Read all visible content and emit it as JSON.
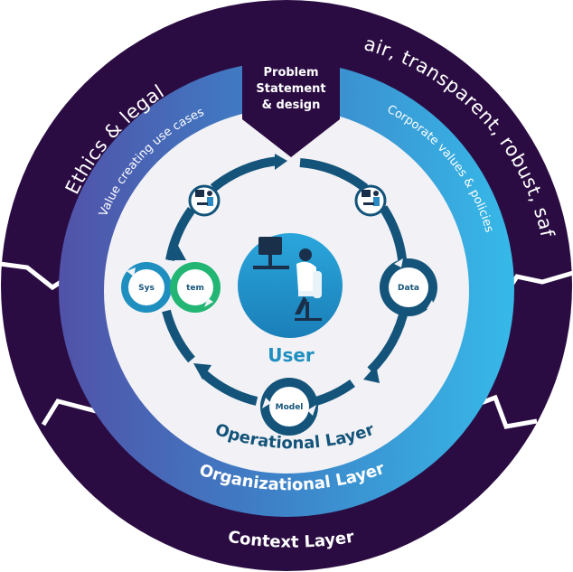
{
  "diagram": {
    "problem_statement": [
      "Problem",
      "Statement",
      "& design"
    ],
    "context_layer": {
      "label": "Context Layer",
      "left_arc": "Ethics & legal",
      "right_arc": "Fair, transparent, robust, safe"
    },
    "organizational_layer": {
      "label": "Organizational Layer",
      "left_arc": "Value creating use cases",
      "right_arc": "Corporate values & policies"
    },
    "operational_layer": {
      "label": "Operational Layer",
      "center": "User",
      "nodes": {
        "system_left": "Sys",
        "system_right": "tem",
        "data": "Data",
        "model": "Model"
      }
    }
  },
  "colors": {
    "outer_ring": "#2a0c42",
    "org_ring_left": "#4e4fa6",
    "org_ring_right": "#3db8e6",
    "operational_bg": "#f2f2f6",
    "cycle": "#14547a",
    "teal": "#1f8fc0",
    "green": "#22b573",
    "label_blue": "#14547a"
  },
  "icons": [
    "user-at-desk-icon",
    "person-at-computer-icon",
    "person-at-computer-icon-right",
    "cycle-arrow-icon"
  ]
}
